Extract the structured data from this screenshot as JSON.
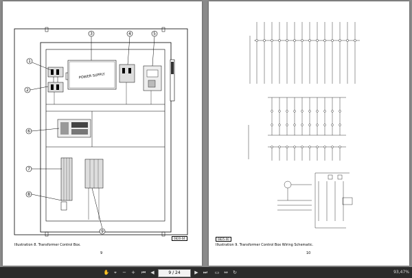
{
  "left_page": {
    "caption": "Illustration 8.  Transformer Control Box.",
    "page_number": "9",
    "figure_code": "0820-04",
    "power_supply_label": "POWER SUPPLY",
    "callouts": [
      "1",
      "2",
      "3",
      "4",
      "5",
      "6",
      "7",
      "8",
      "9"
    ]
  },
  "right_page": {
    "caption": "Illustration 9.  Transformer Control Box Wiring Schematic.",
    "page_number": "10",
    "figure_code": "0825-00"
  },
  "toolbar": {
    "page_indicator": "9 / 24",
    "zoom": "93,47%",
    "icons": [
      "hand-icon",
      "select-icon",
      "zoom-out-icon",
      "zoom-in-icon",
      "first-page-icon",
      "prev-page-icon",
      "next-page-icon",
      "last-page-icon",
      "fit-page-icon",
      "fit-width-icon",
      "rotate-icon"
    ]
  },
  "colors": {
    "background": "#8a8a8a",
    "toolbar": "#2b2b2b",
    "page": "#ffffff"
  }
}
